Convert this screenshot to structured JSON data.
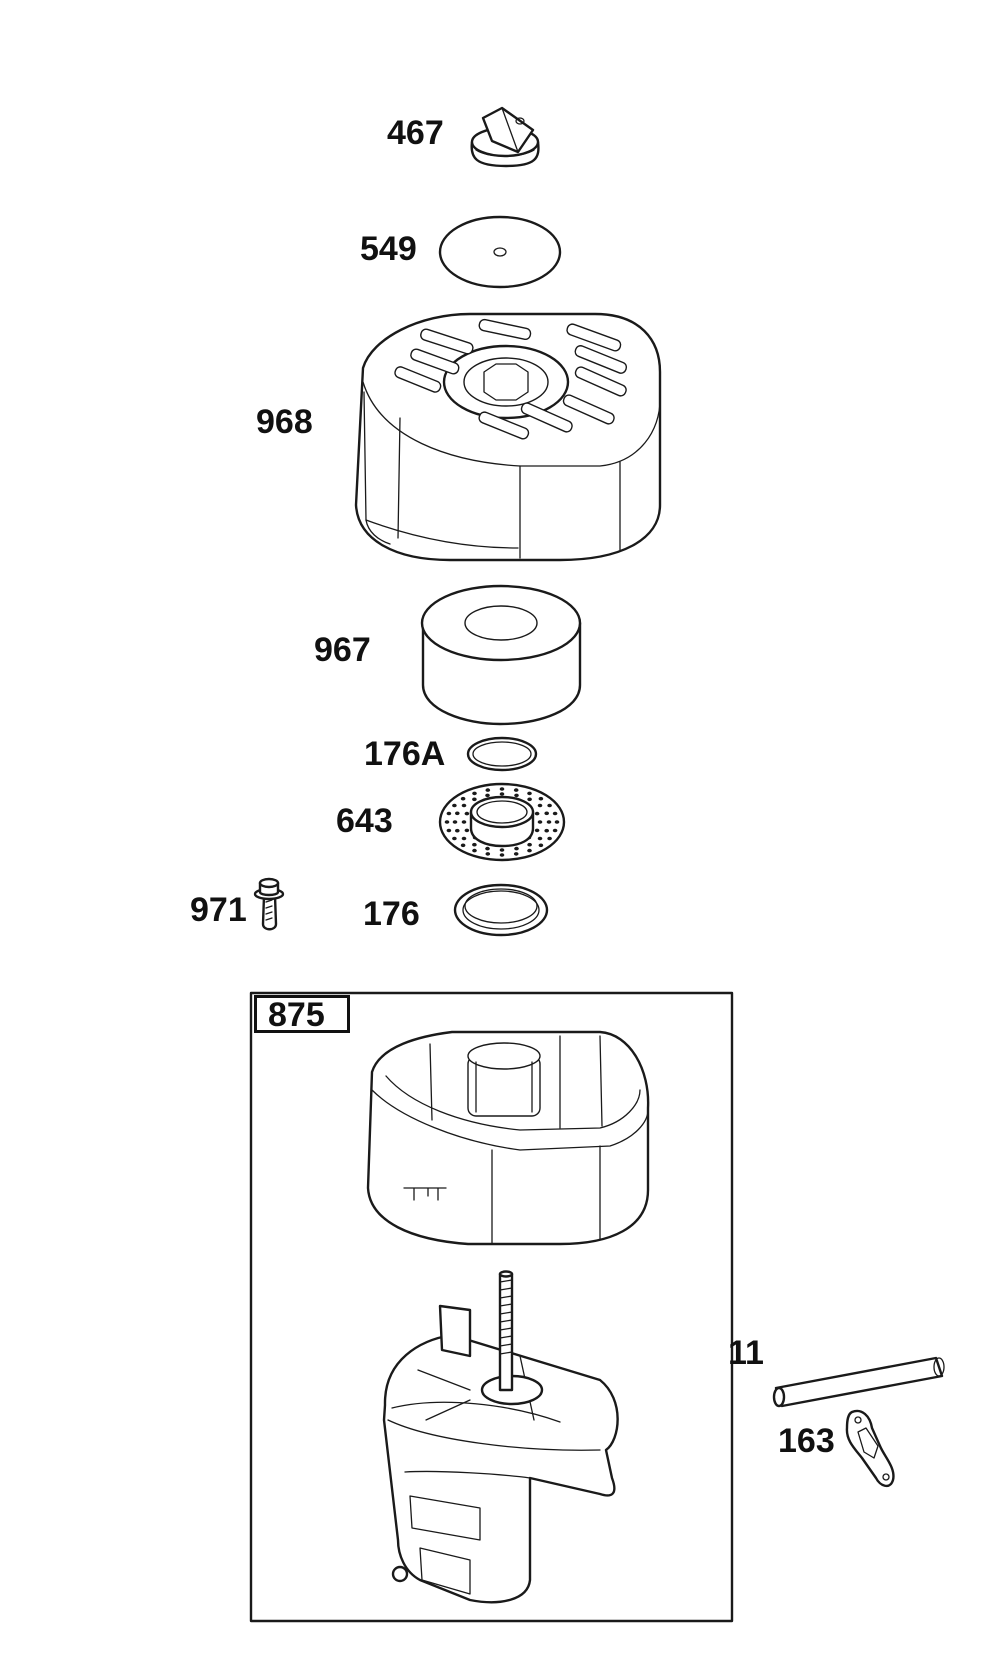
{
  "parts": {
    "p467": "467",
    "p549": "549",
    "p968": "968",
    "p967": "967",
    "p176a": "176A",
    "p643": "643",
    "p971": "971",
    "p176": "176",
    "p875": "875",
    "p11": "11",
    "p163": "163"
  }
}
